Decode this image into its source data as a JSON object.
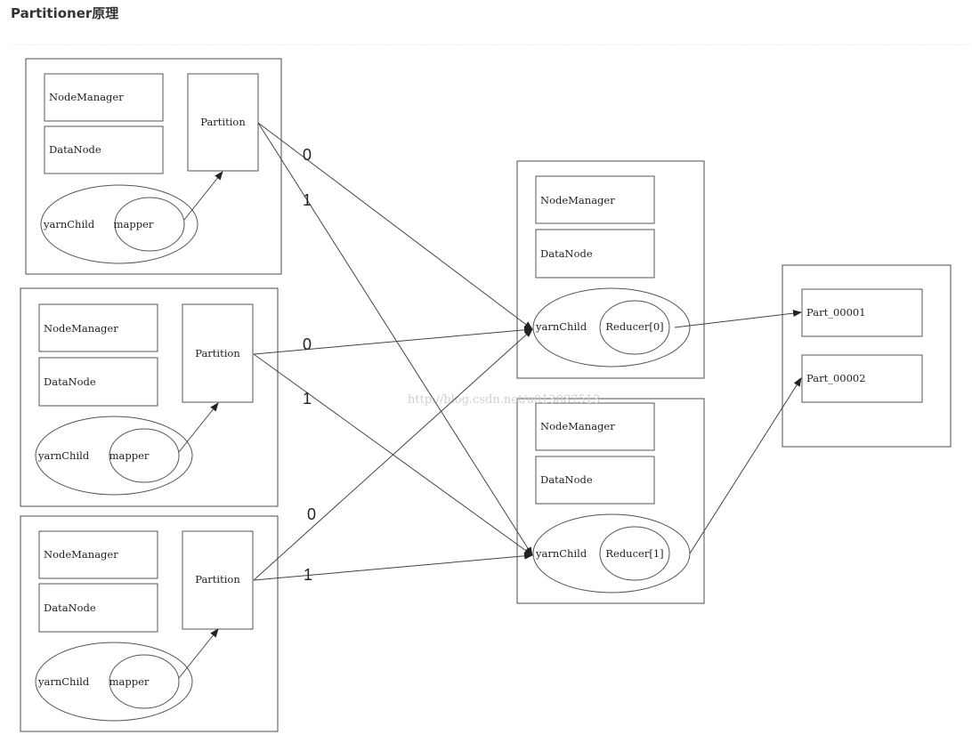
{
  "page": {
    "heading": "Partitioner原理",
    "watermark": "http://blog.csdn.net/u013087513"
  },
  "mappers": [
    {
      "node_manager": "NodeManager",
      "data_node": "DataNode",
      "partition": "Partition",
      "yarn_child": "yarnChild",
      "task": "mapper",
      "edge_labels": [
        "0",
        "1"
      ]
    },
    {
      "node_manager": "NodeManager",
      "data_node": "DataNode",
      "partition": "Partition",
      "yarn_child": "yarnChild",
      "task": "mapper",
      "edge_labels": [
        "0",
        "1"
      ]
    },
    {
      "node_manager": "NodeManager",
      "data_node": "DataNode",
      "partition": "Partition",
      "yarn_child": "yarnChild",
      "task": "mapper",
      "edge_labels": [
        "0",
        "1"
      ]
    }
  ],
  "reducers": [
    {
      "node_manager": "NodeManager",
      "data_node": "DataNode",
      "yarn_child": "yarnChild",
      "task": "Reducer[0]"
    },
    {
      "node_manager": "NodeManager",
      "data_node": "DataNode",
      "yarn_child": "yarnChild",
      "task": "Reducer[1]"
    }
  ],
  "outputs": {
    "parts": [
      "Part_00001",
      "Part_00002"
    ]
  },
  "colors": {
    "stroke": "#444444",
    "text": "#222222",
    "watermark": "#cfcfcf"
  }
}
